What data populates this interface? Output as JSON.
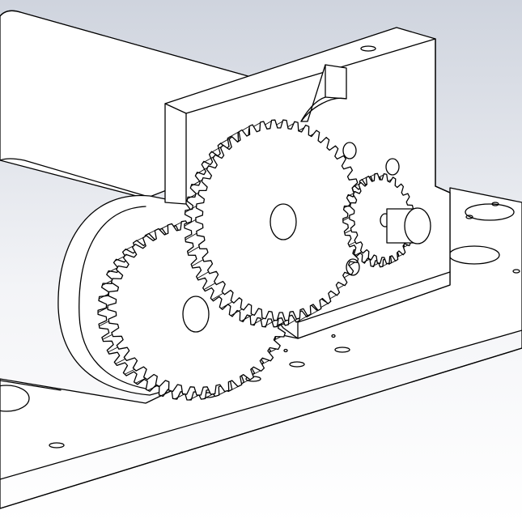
{
  "viewport": {
    "background_top": "#cfd4de",
    "background_bottom": "#ffffff",
    "line_color": "#000000",
    "face_color": "#ffffff"
  },
  "gears": [
    {
      "name": "main-spur-gear",
      "teeth": 46
    },
    {
      "name": "pinion-gear",
      "teeth": 22
    },
    {
      "name": "lower-gear",
      "teeth": 40
    }
  ]
}
